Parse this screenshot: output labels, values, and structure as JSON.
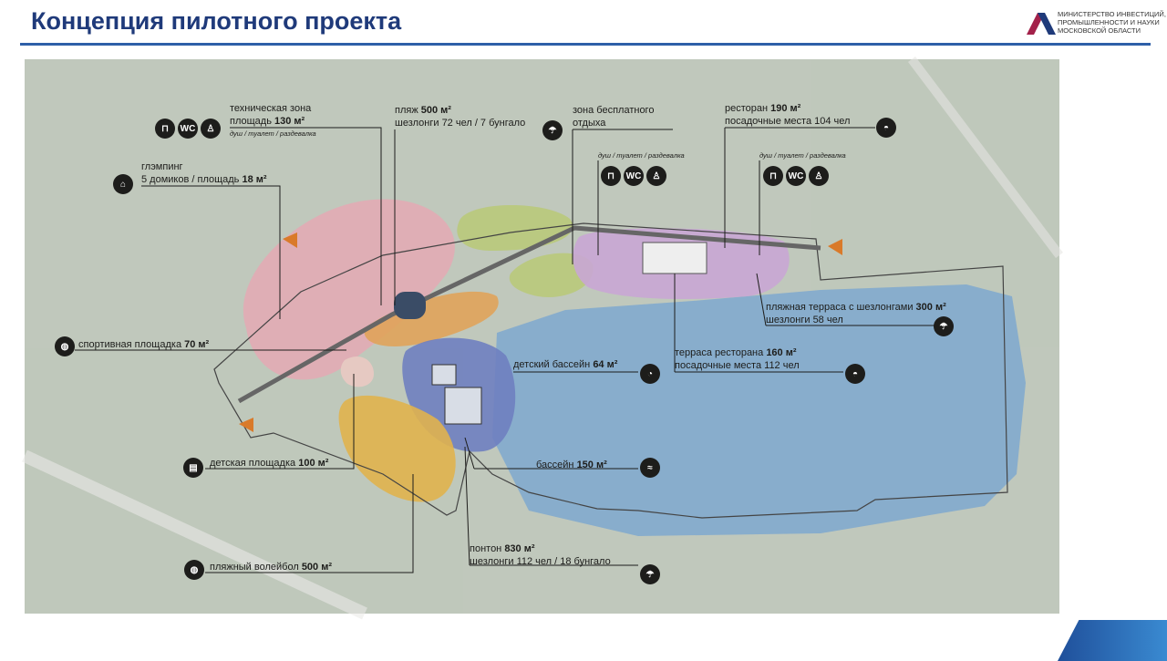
{
  "header": {
    "title": "Концепция пилотного проекта",
    "ministry": "МИНИСТЕРСТВО ИНВЕСТИЦИЙ, ПРОМЫШЛЕННОСТИ И НАУКИ МОСКОВСКОЙ ОБЛАСТИ"
  },
  "colors": {
    "title": "#1f3a7a",
    "rule": "#2e5fa8",
    "glamping": "#e4a9b4",
    "beach": "#e0a35a",
    "free_zone": "#b9c97a",
    "restaurant": "#c9a6d4",
    "pool": "#6f7fc0",
    "lake": "#7ea8cf",
    "volleyball": "#e0b24e"
  },
  "labels": {
    "tech": {
      "l1": "техническая зона",
      "l2a": "площадь ",
      "l2b": "130 м²",
      "sub": "душ / туалет / раздевалка"
    },
    "glamping": {
      "l1": "глэмпинг",
      "l2a": "5 домиков / площадь ",
      "l2b": "18 м²"
    },
    "beach": {
      "l1a": "пляж ",
      "l1b": "500 м²",
      "l2": "шезлонги 72 чел / 7 бунгало"
    },
    "free": {
      "l1": "зона бесплатного",
      "l2": "отдыха"
    },
    "shower2": {
      "sub": "душ / туалет / раздевалка"
    },
    "restaurant": {
      "l1a": "ресторан ",
      "l1b": "190 м²",
      "l2": "посадочные места 104 чел"
    },
    "shower3": {
      "sub": "душ / туалет / раздевалка"
    },
    "terrace_beach": {
      "l1a": "пляжная терраса с шезлонгами ",
      "l1b": "300 м²",
      "l2": "шезлонги 58 чел"
    },
    "sports": {
      "l1a": "спортивная площадка ",
      "l1b": "70 м²"
    },
    "kids_pool": {
      "l1a": "детский бассейн ",
      "l1b": "64 м²"
    },
    "terrace_rest": {
      "l1a": "терраса ресторана ",
      "l1b": "160 м²",
      "l2": "посадочные места 112 чел"
    },
    "playground": {
      "l1a": "детская площадка ",
      "l1b": "100 м²"
    },
    "pool": {
      "l1a": "бассейн ",
      "l1b": "150 м²"
    },
    "volleyball": {
      "l1a": "пляжный волейбол ",
      "l1b": "500 м²"
    },
    "pontoon": {
      "l1a": "понтон ",
      "l1b": "830 м²",
      "l2": "шезлонги 112 чел / 18 бунгало"
    }
  },
  "icons": {
    "wc": "WC"
  }
}
